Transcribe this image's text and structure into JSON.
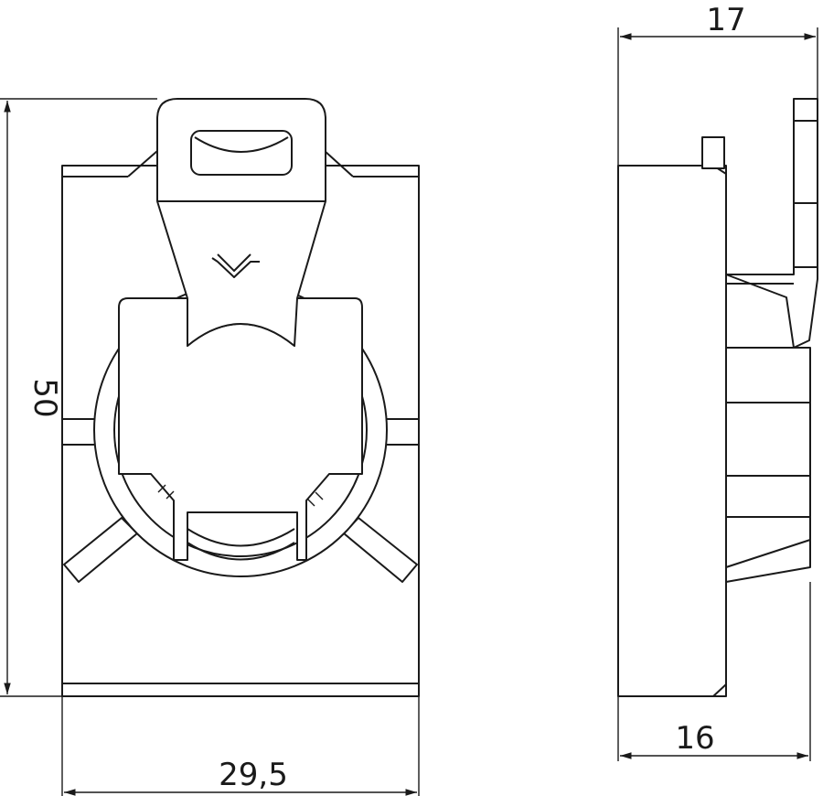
{
  "dimensions": {
    "front_width": "29,5",
    "front_height": "50",
    "side_top_depth": "17",
    "side_bottom_depth": "16"
  },
  "colors": {
    "line": "#1a1a1a",
    "background": "#ffffff"
  }
}
